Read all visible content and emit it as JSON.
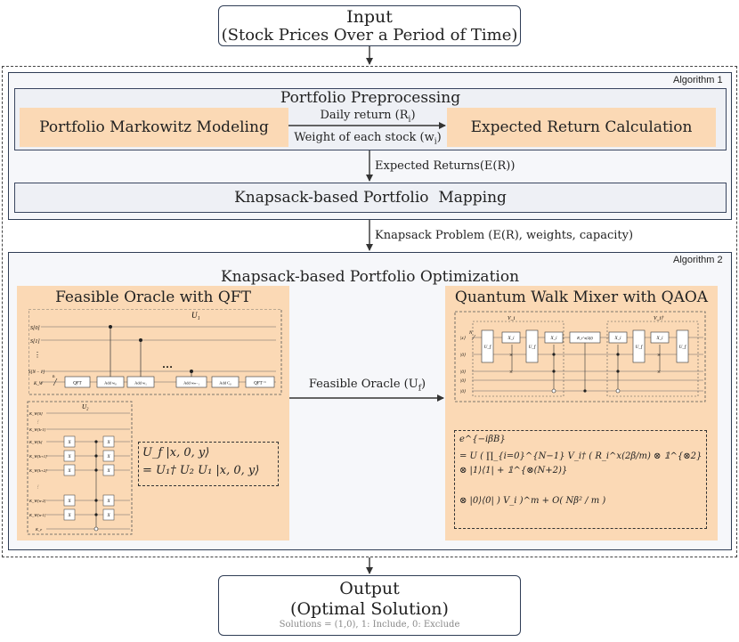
{
  "input": {
    "title": "Input",
    "subtitle": "(Stock Prices Over a Period of Time)"
  },
  "algorithm1": {
    "label": "Algorithm 1",
    "preprocessing_title": "Portfolio Preprocessing",
    "markowitz": "Portfolio Markowitz Modeling",
    "expected_calc": "Expected Return Calculation",
    "daily_return": "Daily return (R",
    "daily_return_sub": "i",
    "daily_return_end": ")",
    "weight": "Weight of each stock (w",
    "weight_sub": "i",
    "weight_end": ")",
    "expected_returns_edge": "Expected Returns(E(R))",
    "mapping": "Knapsack-based Portfolio  Mapping"
  },
  "knapsack_edge": "Knapsack Problem (E(R), weights, capacity)",
  "algorithm2": {
    "label": "Algorithm 2",
    "title": "Knapsack-based Portfolio Optimization",
    "left_title": "Feasible Oracle with QFT",
    "right_title": "Quantum Walk Mixer with QAOA",
    "feasible_edge": "Feasible Oracle (U",
    "feasible_edge_sub": "f",
    "feasible_edge_end": ")",
    "u1_label": "U₁",
    "u2_label": "U₂",
    "u1_wires": [
      "S[0]",
      "S[1]",
      "⋮",
      "S[N − 1]",
      "K_W"
    ],
    "u1_gates": [
      "QFT",
      "Add w₀",
      "Add w₁",
      "Add wₙ₋₁",
      "Add C₀",
      "QFT⁻¹"
    ],
    "u1_slash": "n",
    "u2_wires": [
      "K_W[0]",
      "⋮",
      "K_W[k-1]",
      "K_W[k]",
      "K_W[k+1]",
      "K_W[k+2]",
      "⋮",
      "K_W[n-2]",
      "K_W[n-1]",
      "K_e"
    ],
    "u2_gate": "X",
    "oracle_eq_line1": "U_f |x, 0, y⟩",
    "oracle_eq_line2": "= U₁† U₂ U₁ |x, 0, y⟩",
    "qwm_wires": [
      "|x⟩",
      "|0⟩",
      "|0⟩",
      "|0⟩",
      "|0⟩"
    ],
    "qwm_N": "N",
    "qwm_gates": [
      "U_f",
      "X_i",
      "U_f",
      "X_i",
      "R_i^x(2β)",
      "X_i",
      "U_f",
      "X_i",
      "U_f"
    ],
    "qwm_Vi": "V_i",
    "qwm_Vi_dag": "V_i†",
    "mixer_eq_line1": "e^{−iβB}",
    "mixer_eq_line2": "= U ( ∏_{i=0}^{N−1} V_i† ( R_i^x(2β/m) ⊗ 𝟙^{⊗2} ⊗ |1⟩⟨1| + 𝟙^{⊗(N+2)}",
    "mixer_eq_line3": "⊗ |0⟩⟨0| ) V_i )^m + O( Nβ² / m )"
  },
  "output": {
    "title": "Output",
    "subtitle": "(Optimal Solution)",
    "note": "Solutions = (1,0), 1: Include, 0: Exclude"
  }
}
